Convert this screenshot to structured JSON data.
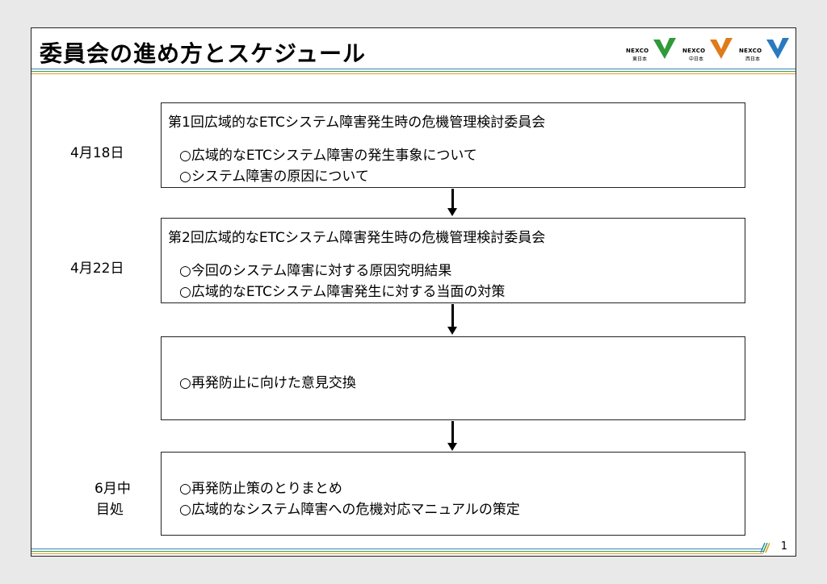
{
  "title": "委員会の進め方とスケジュール",
  "logos": [
    {
      "brand": "NEXCO",
      "region": "東日本",
      "color": "#2f9a3a"
    },
    {
      "brand": "NEXCO",
      "region": "中日本",
      "color": "#e07a1a"
    },
    {
      "brand": "NEXCO",
      "region": "西日本",
      "color": "#2a7ac0"
    }
  ],
  "schedule": [
    {
      "date": "4月18日",
      "heading": "第1回広域的なETCシステム障害発生時の危機管理検討委員会",
      "items": [
        "○広域的なETCシステム障害の発生事象について",
        "○システム障害の原因について"
      ]
    },
    {
      "date": "4月22日",
      "heading": "第2回広域的なETCシステム障害発生時の危機管理検討委員会",
      "items": [
        "○今回のシステム障害に対する原因究明結果",
        "○広域的なETCシステム障害発生に対する当面の対策"
      ]
    },
    {
      "date": "",
      "heading": "",
      "items": [
        "○再発防止に向けた意見交換"
      ]
    },
    {
      "date_line1": "6月中",
      "date_line2": "目処",
      "heading": "",
      "items": [
        "○再発防止策のとりまとめ",
        "○広域的なシステム障害への危機対応マニュアルの策定"
      ]
    }
  ],
  "page_number": "1"
}
